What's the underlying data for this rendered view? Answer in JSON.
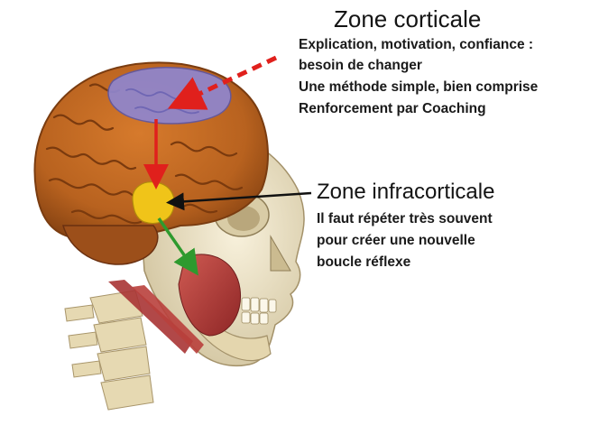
{
  "cortical": {
    "title": "Zone corticale",
    "lines": [
      "Explication, motivation, confiance :",
      "besoin de changer",
      "Une méthode simple, bien comprise",
      "Renforcement par Coaching"
    ]
  },
  "infracortical": {
    "title": "Zone infracorticale",
    "lines": [
      "Il faut répéter très souvent",
      "pour créer une nouvelle",
      "boucle réflexe"
    ]
  },
  "colors": {
    "cortex": "#b8621f",
    "cortical_zone": "#8f86cf",
    "infracortical_zone": "#f0c419",
    "arrow_red": "#e0201c",
    "arrow_green": "#2e9a2e",
    "bone": "#ece2c4",
    "muscle": "#b23a3a"
  }
}
